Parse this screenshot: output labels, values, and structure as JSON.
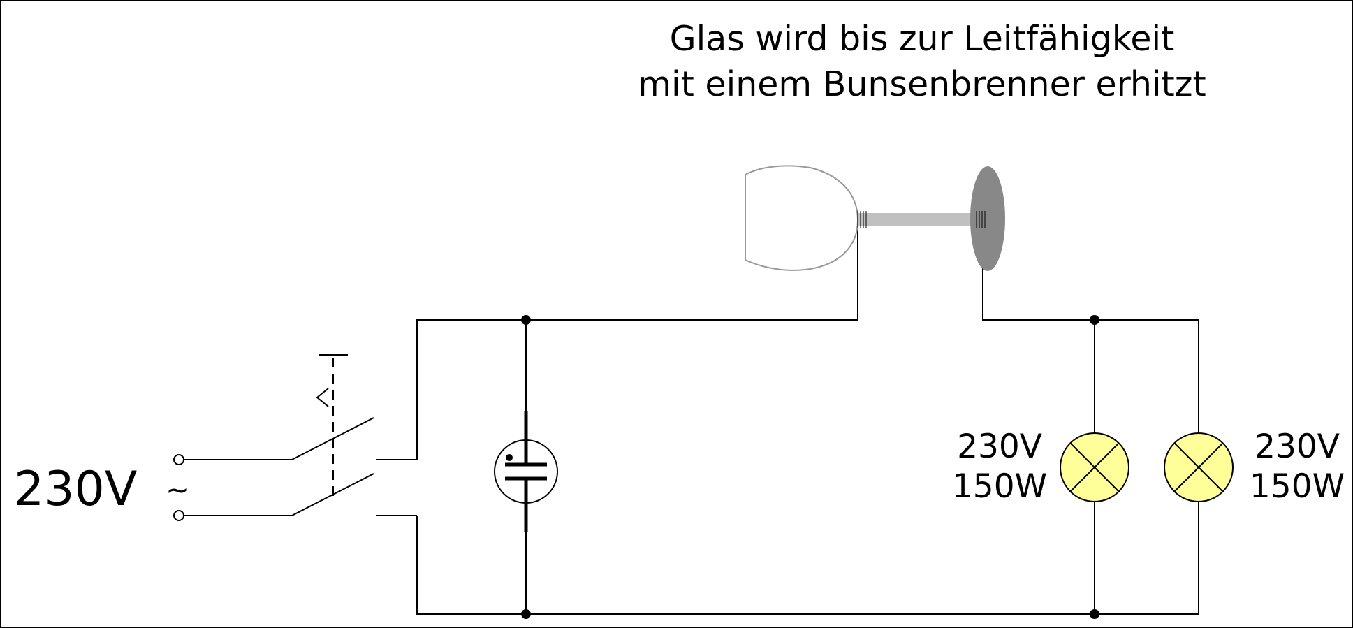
{
  "title": {
    "line1": "Glas wird bis zur Leitfähigkeit",
    "line2": "mit einem Bunsenbrenner erhitzt"
  },
  "source": {
    "voltage_label": "230V",
    "ac_symbol": "~"
  },
  "lamps": [
    {
      "voltage": "230V",
      "power": "150W"
    },
    {
      "voltage": "230V",
      "power": "150W"
    }
  ],
  "colors": {
    "lamp_fill": "#ffff99",
    "glass_rod": "#c0c0c0",
    "flame": "#888888",
    "glass_outline": "#999999"
  }
}
